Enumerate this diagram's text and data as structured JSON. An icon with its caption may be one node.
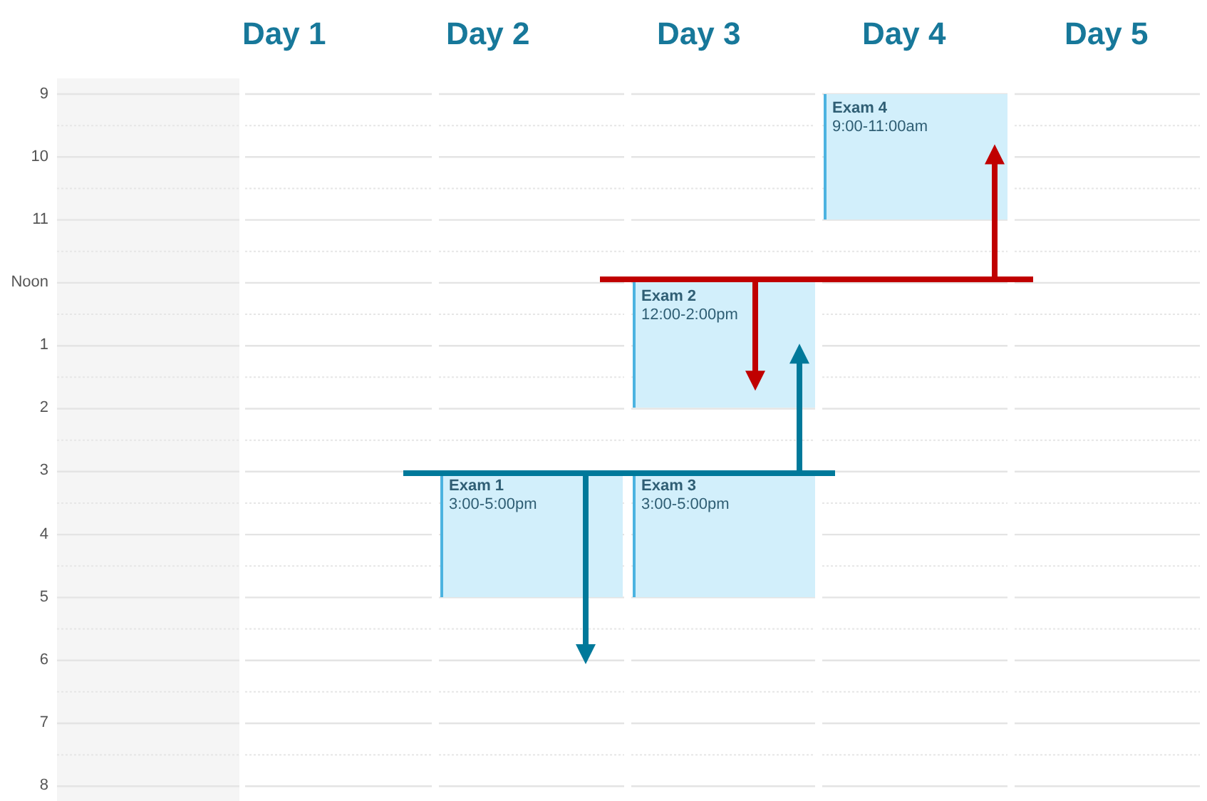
{
  "diagram": {
    "nodes": [
      {
        "text": [
          "Exam 4",
          "9:00-11:00am"
        ]
      },
      {
        "text": [],
        "shape": "bar"
      },
      {
        "text": [
          "Exam 2",
          "12:00-2:00pm"
        ]
      },
      {
        "text": [],
        "shape": "bar"
      },
      {
        "text": [
          "Exam 1",
          "3:00-5:00pm"
        ]
      },
      {
        "text": [
          "Exam 3",
          "3:00-5:00pm"
        ]
      }
    ],
    "edges": [
      {
        "from": 1,
        "to": 2,
        "arrow": "to",
        "color": "#c00000"
      },
      {
        "from": 1,
        "to": 0,
        "arrow": "to",
        "color": "#c00000"
      },
      {
        "from": 3,
        "to": null,
        "arrow": "to",
        "color": "#00799a"
      },
      {
        "from": 3,
        "to": 2,
        "arrow": "to",
        "color": "#00799a"
      }
    ],
    "labels": [
      "Day 1",
      "Day 2",
      "Day 3",
      "Day 4",
      "Day 5",
      "9",
      "10",
      "11",
      "Noon",
      "1",
      "2",
      "3",
      "4",
      "5",
      "6",
      "7",
      "8"
    ]
  }
}
